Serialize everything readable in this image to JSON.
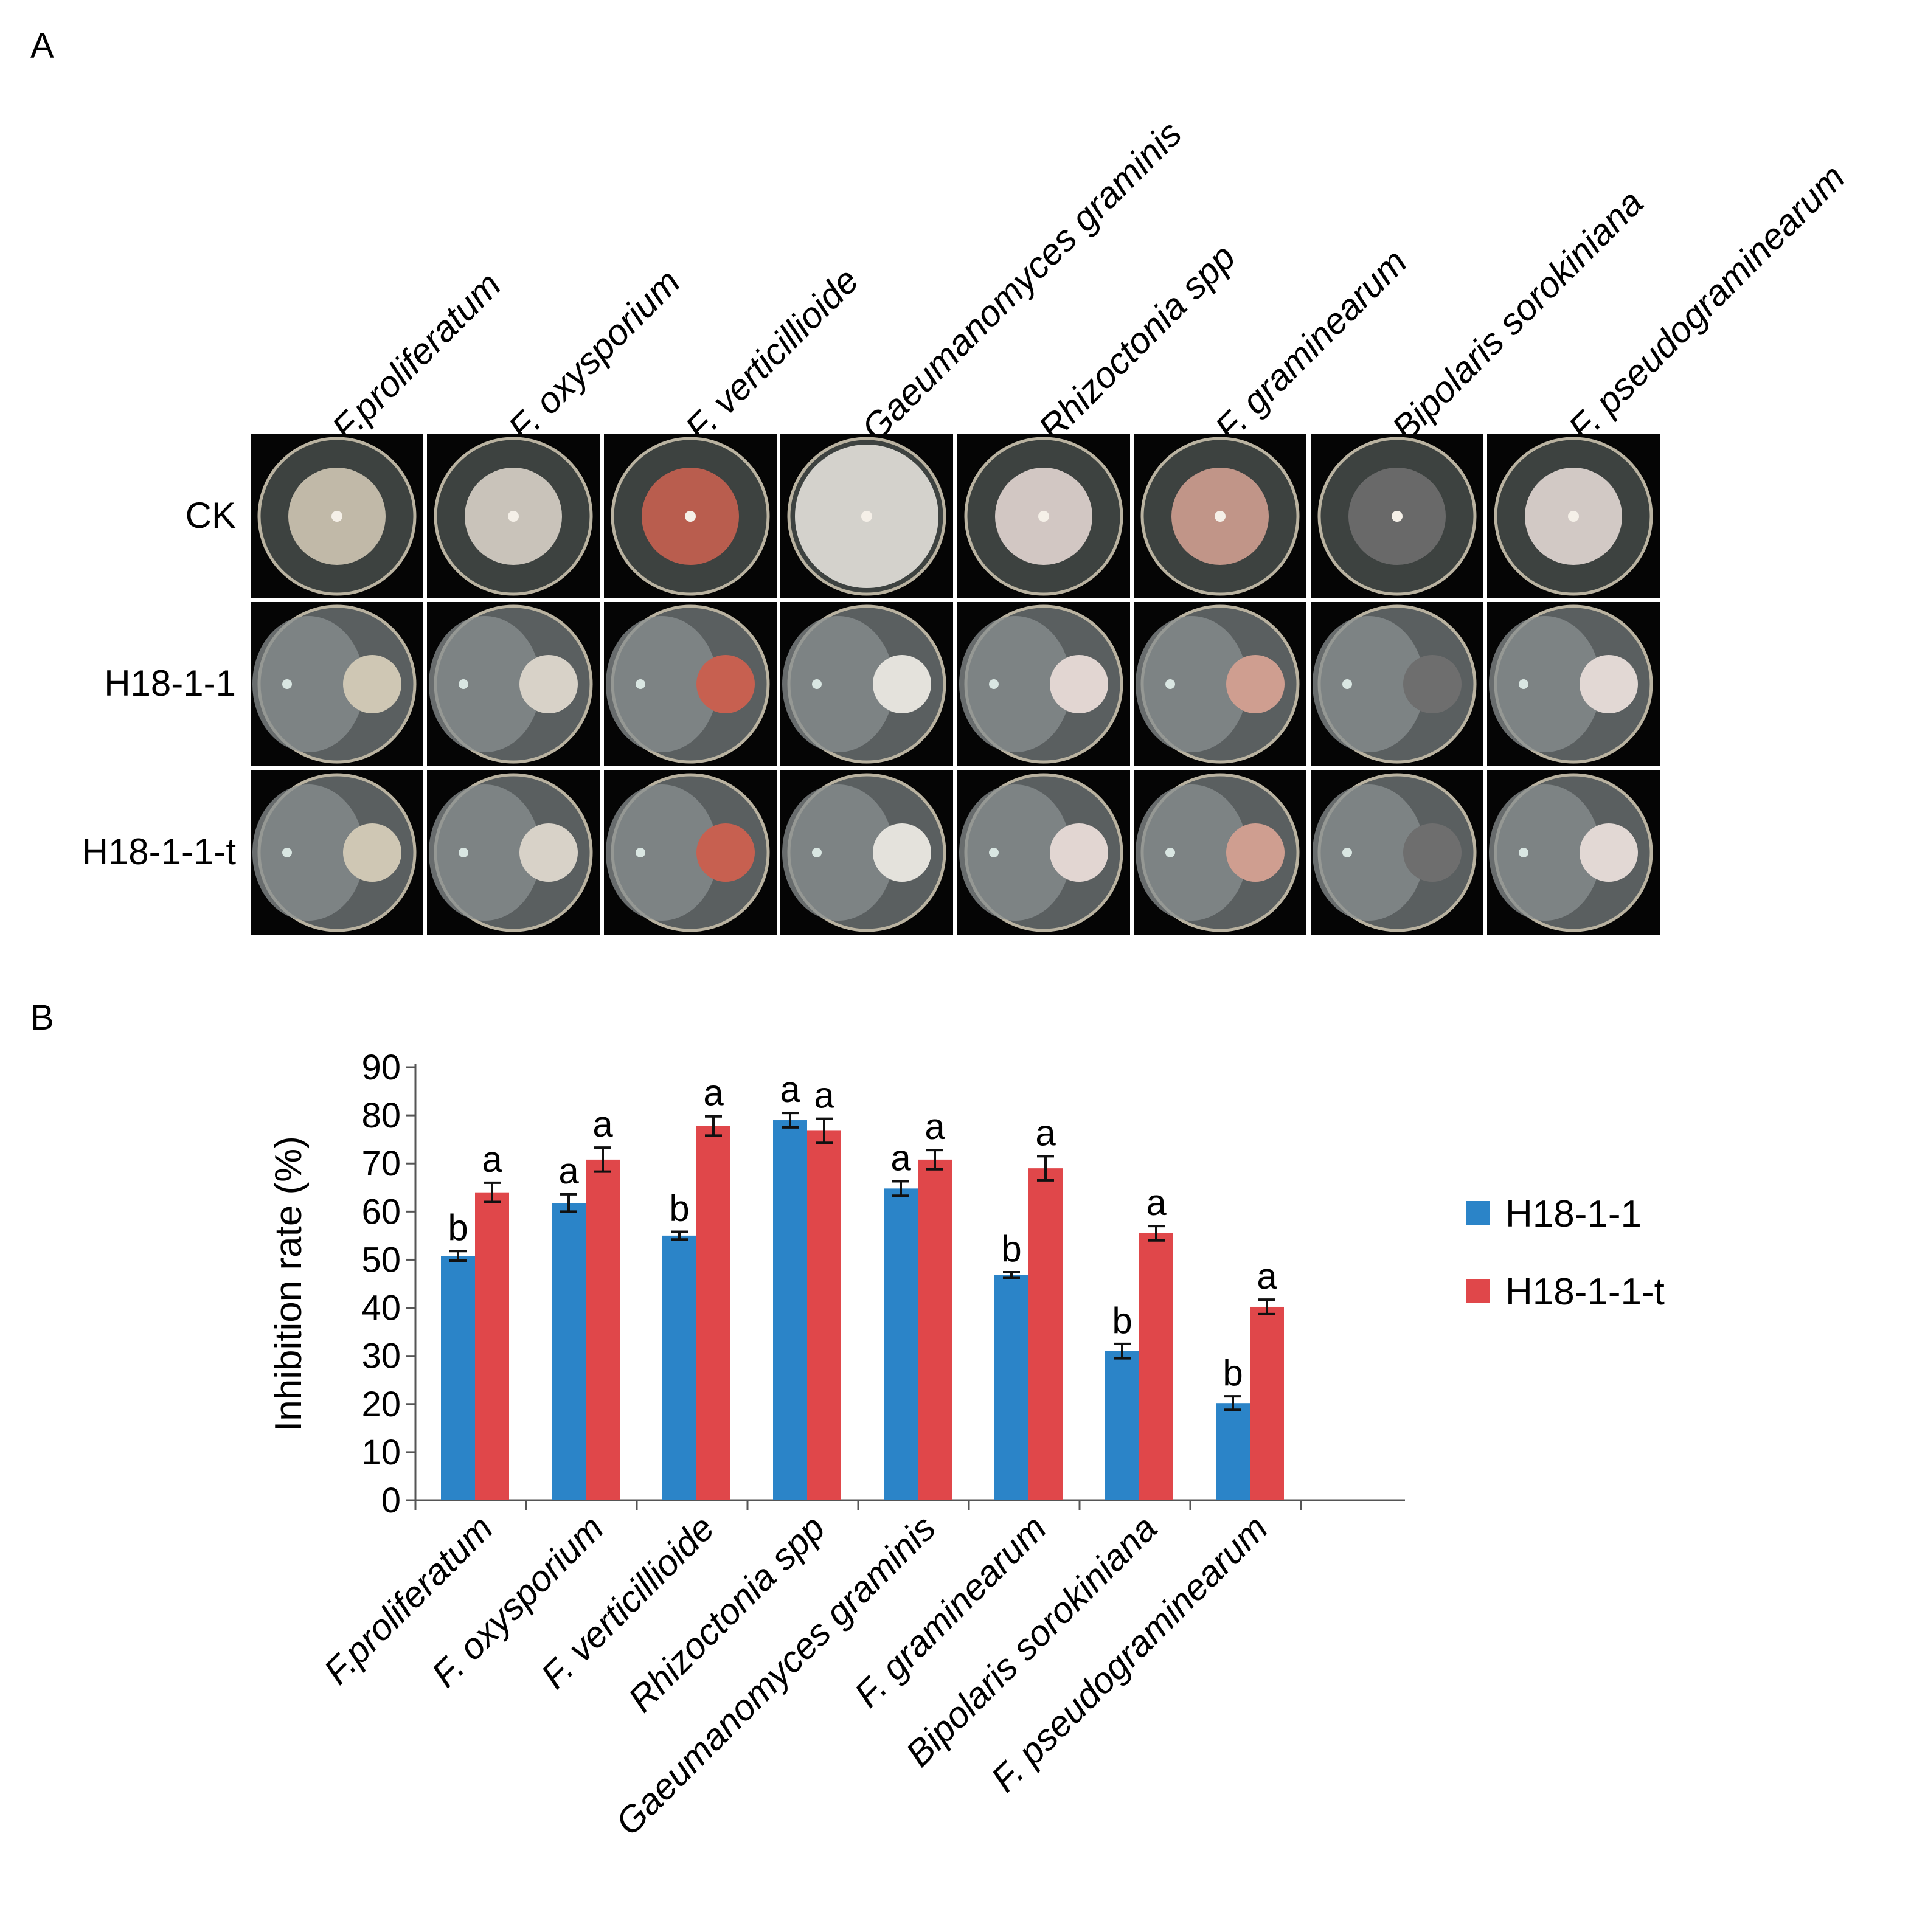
{
  "panel_a": {
    "letter": "A",
    "columns": [
      "F.proliferatum",
      "F. oxysporium",
      "F. verticillioide",
      "Gaeumanomyces graminis",
      "Rhizoctonia spp",
      "F. graminearum",
      "Bipolaris sorokiniana",
      "F. pseudograminearum"
    ],
    "rows": [
      "CK",
      "H18-1-1",
      "H18-1-1-t"
    ],
    "plate_colors": [
      "#cfc7b4",
      "#d8d2c8",
      "#c76050",
      "#e4e2dc",
      "#e2d6d2",
      "#cf9e90",
      "#6e6e6e",
      "#e2d8d4"
    ],
    "antagonist_color": "#8a8f90"
  },
  "panel_b": {
    "letter": "B"
  },
  "chart_data": {
    "type": "bar",
    "categories": [
      "F.proliferatum",
      "F. oxysporium",
      "F. verticillioide",
      "Rhizoctonia spp",
      "Gaeumanomyces graminis",
      "F. graminearum",
      "Bipolaris sorokiniana",
      "F. pseudograminearum"
    ],
    "ylabel": "Inhibition rate (%)",
    "ylim": [
      0,
      90
    ],
    "yticks": [
      0,
      10,
      20,
      30,
      40,
      50,
      60,
      70,
      80,
      90
    ],
    "legend_position": "right",
    "series": [
      {
        "name": "H18-1-1",
        "color": "#2b84c8",
        "values": [
          50.8,
          61.8,
          55.0,
          79.0,
          64.8,
          46.8,
          31.0,
          20.2
        ],
        "errors": [
          1.0,
          1.8,
          0.8,
          1.5,
          1.5,
          0.6,
          1.5,
          1.4
        ],
        "letters": [
          "b",
          "a",
          "b",
          "a",
          "a",
          "b",
          "b",
          "b"
        ]
      },
      {
        "name": "H18-1-1-t",
        "color": "#e0474a",
        "values": [
          64.0,
          70.8,
          77.8,
          76.8,
          70.8,
          69.0,
          55.5,
          40.2
        ],
        "errors": [
          2.0,
          2.5,
          2.0,
          2.5,
          2.0,
          2.5,
          1.5,
          1.5
        ],
        "letters": [
          "a",
          "a",
          "a",
          "a",
          "a",
          "a",
          "a",
          "a"
        ]
      }
    ]
  }
}
